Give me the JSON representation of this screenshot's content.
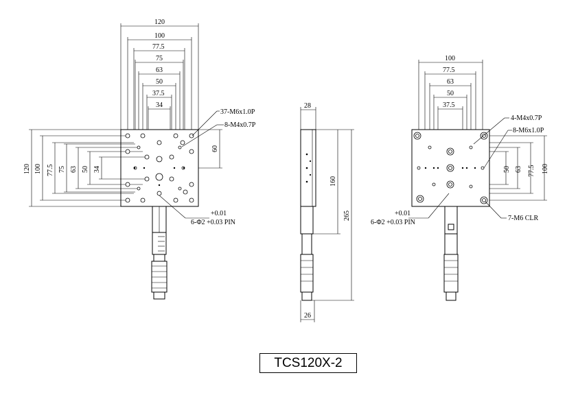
{
  "title": "TCS120X-2",
  "views": {
    "top": {
      "dims_horizontal": [
        "120",
        "100",
        "77.5",
        "75",
        "63",
        "50",
        "37.5",
        "34"
      ],
      "dims_vertical": [
        "120",
        "100",
        "77.5",
        "75",
        "63",
        "50",
        "34"
      ],
      "dim_right": "60",
      "notes": [
        "37-M6x1.0P",
        "8-M4x0.7P"
      ],
      "pin_tol": "+0.01",
      "pin_note": "6-Φ2 +0.03 PIN"
    },
    "side": {
      "dim_top": "28",
      "dim_bottom": "26",
      "dim_160": "160",
      "dim_265": "265"
    },
    "bottom": {
      "dims_horizontal": [
        "100",
        "77.5",
        "63",
        "50",
        "37.5"
      ],
      "dims_vertical": [
        "50",
        "63",
        "77.5",
        "100"
      ],
      "notes": [
        "4-M4x0.7P",
        "8-M6x1.0P",
        "7-M6 CLR"
      ],
      "pin_tol": "+0.01",
      "pin_note": "6-Φ2 +0.03 PIN"
    }
  }
}
